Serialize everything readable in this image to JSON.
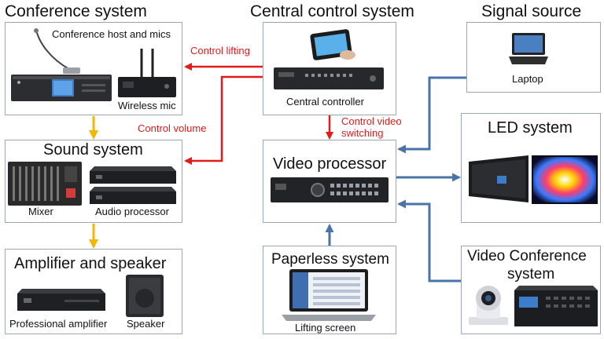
{
  "headings": {
    "conference": "Conference system",
    "central": "Central control system",
    "signal": "Signal source",
    "sound": "Sound system",
    "video_processor": "Video processor",
    "led": "LED system",
    "amplifier": "Amplifier and speaker",
    "paperless": "Paperless system",
    "video_conf_line1": "Video Conference",
    "video_conf_line2": "system"
  },
  "labels": {
    "conference_host": "Conference host and mics",
    "wireless_mic": "Wireless mic",
    "central_controller": "Central controller",
    "laptop": "Laptop",
    "mixer": "Mixer",
    "audio_processor": "Audio processor",
    "professional_amplifier": "Professional amplifier",
    "speaker": "Speaker",
    "lifting_screen": "Lifting screen"
  },
  "connections": {
    "control_lifting": "Control lifting",
    "control_volume": "Control volume",
    "control_video_line1": "Control video",
    "control_video_line2": "switching"
  },
  "colors": {
    "control_arrow": "#e21b1b",
    "audio_arrow": "#f2b705",
    "video_arrow": "#4a74a6",
    "box_border": "#9aa7b6"
  }
}
